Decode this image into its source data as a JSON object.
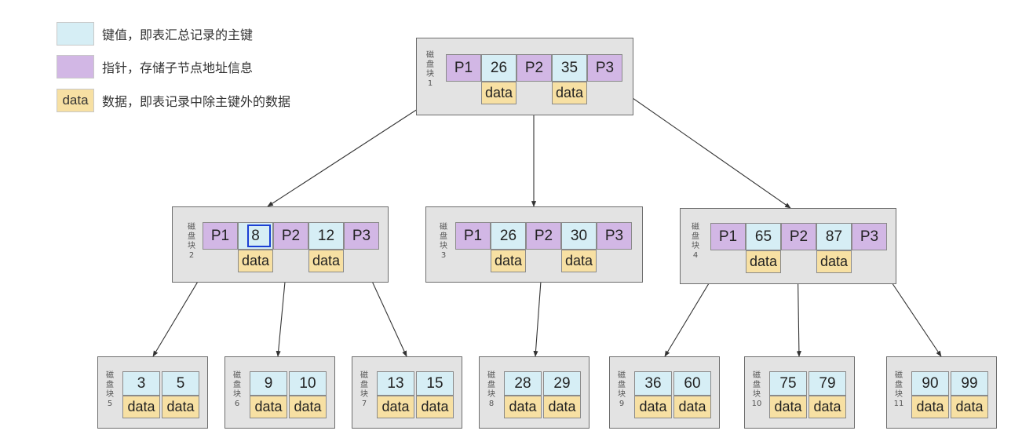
{
  "legend": [
    {
      "swatch": "",
      "type": "key",
      "text": "键值，即表汇总记录的主键"
    },
    {
      "swatch": "",
      "type": "ptr",
      "text": "指针，存储子节点地址信息"
    },
    {
      "swatch": "data",
      "type": "data",
      "text": "数据，即表记录中除主键外的数据"
    }
  ],
  "block_label": "磁盘块",
  "data_label": "data",
  "colors": {
    "pointer": "#d2b7e5",
    "key": "#d6eef5",
    "data": "#f7e0a3",
    "block": "#e3e3e3",
    "highlight": "#1b3fd4"
  },
  "root": {
    "num": "1",
    "cells": [
      "P1",
      "26",
      "P2",
      "35",
      "P3"
    ]
  },
  "internal": [
    {
      "num": "2",
      "cells": [
        "P1",
        "8",
        "P2",
        "12",
        "P3"
      ],
      "highlight": "8"
    },
    {
      "num": "3",
      "cells": [
        "P1",
        "26",
        "P2",
        "30",
        "P3"
      ]
    },
    {
      "num": "4",
      "cells": [
        "P1",
        "65",
        "P2",
        "87",
        "P3"
      ]
    }
  ],
  "leaves": [
    {
      "num": "5",
      "keys": [
        "3",
        "5"
      ]
    },
    {
      "num": "6",
      "keys": [
        "9",
        "10"
      ]
    },
    {
      "num": "7",
      "keys": [
        "13",
        "15"
      ]
    },
    {
      "num": "8",
      "keys": [
        "28",
        "29"
      ]
    },
    {
      "num": "9",
      "keys": [
        "36",
        "60"
      ]
    },
    {
      "num": "10",
      "keys": [
        "75",
        "79"
      ]
    },
    {
      "num": "11",
      "keys": [
        "90",
        "99"
      ]
    }
  ]
}
